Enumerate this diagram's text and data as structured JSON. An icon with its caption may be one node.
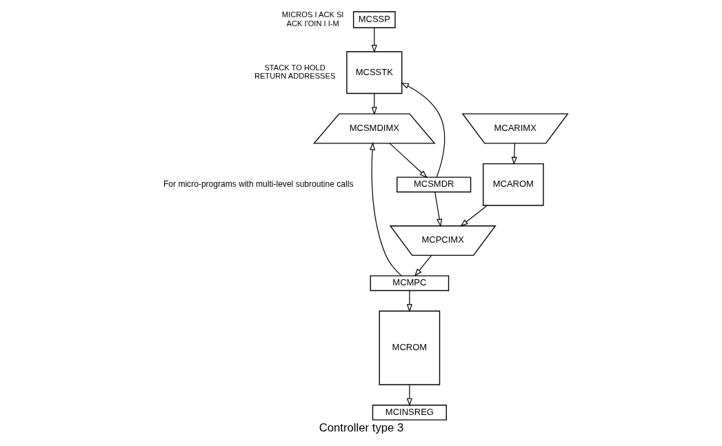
{
  "diagram": {
    "caption": "Controller type 3",
    "nodes": [
      {
        "text": [
          "MCSSP"
        ],
        "beside": [
          "MICROS I ACK SI ACK I'OIN I I-M"
        ]
      },
      {
        "text": [
          "MCSSTK"
        ],
        "beside": [
          "STACK TO HOLD RETURN ADDRESSES"
        ]
      },
      {
        "text": [
          "MCSMDR"
        ]
      },
      {
        "text": [
          "MCSMDIMX"
        ]
      },
      {
        "text": [
          "MCARIMX"
        ]
      },
      {
        "text": [
          "MCAROM"
        ]
      },
      {
        "text": [
          "MCPCIMX"
        ]
      },
      {
        "text": [
          "MCMPC"
        ]
      },
      {
        "text": [
          "MCROM"
        ]
      },
      {
        "text": [
          "MCINSREG"
        ]
      }
    ],
    "edges": [
      {
        "from": 0,
        "to": 1,
        "arrow": "to"
      },
      {
        "from": 2,
        "to": 1,
        "arrow": "to"
      },
      {
        "from": 2,
        "to": 6,
        "arrow": "to"
      },
      {
        "from": 3,
        "to": 2,
        "arrow": "to"
      },
      {
        "from": 1,
        "to": 3,
        "arrow": "to"
      },
      {
        "from": 4,
        "to": 5,
        "arrow": "to"
      },
      {
        "from": 5,
        "to": 6,
        "arrow": "to"
      },
      {
        "from": 6,
        "to": 7,
        "arrow": "to"
      },
      {
        "from": 7,
        "to": 8,
        "arrow": "to"
      },
      {
        "from": 7,
        "to": 3,
        "arrow": "to"
      },
      {
        "from": 8,
        "to": 9,
        "arrow": "to"
      }
    ],
    "labels": [
      "For micro-programs with multi-level subroutine calls"
    ]
  }
}
